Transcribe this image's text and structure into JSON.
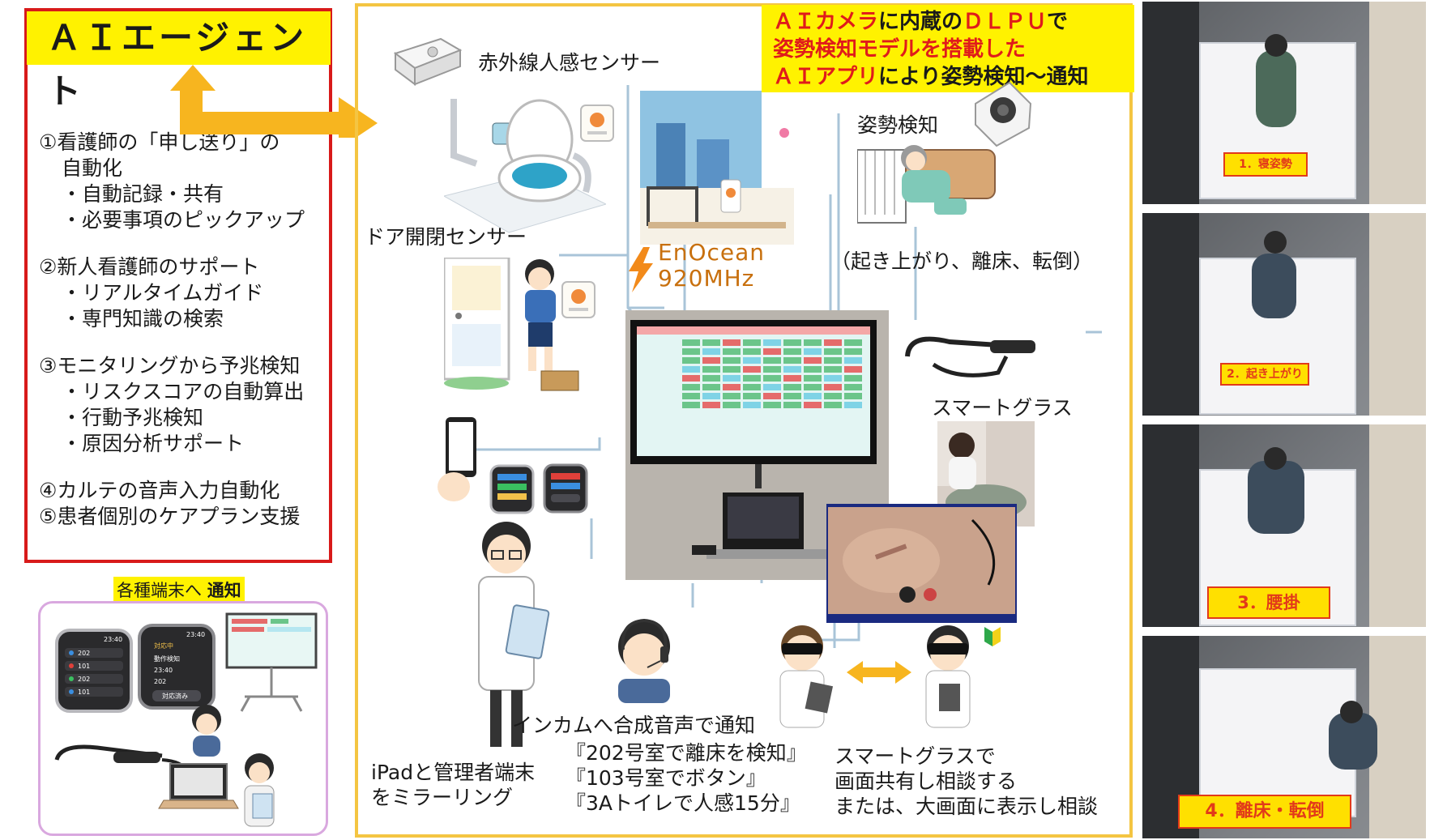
{
  "agent": {
    "title": "ＡＩエージェント",
    "items": [
      {
        "type": "main",
        "text": "①看護師の「申し送り」の"
      },
      {
        "type": "cont",
        "text": "自動化"
      },
      {
        "type": "sub",
        "text": "・自動記録・共有"
      },
      {
        "type": "sub",
        "text": "・必要事項のピックアップ"
      },
      {
        "type": "gap",
        "text": ""
      },
      {
        "type": "main",
        "text": "②新人看護師のサポート"
      },
      {
        "type": "sub",
        "text": "・リアルタイムガイド"
      },
      {
        "type": "sub",
        "text": "・専門知識の検索"
      },
      {
        "type": "gap",
        "text": ""
      },
      {
        "type": "main",
        "text": "③モニタリングから予兆検知"
      },
      {
        "type": "sub",
        "text": "・リスクスコアの自動算出"
      },
      {
        "type": "sub",
        "text": "・行動予兆検知"
      },
      {
        "type": "sub",
        "text": "・原因分析サポート"
      },
      {
        "type": "gap",
        "text": ""
      },
      {
        "type": "main",
        "text": "④カルテの音声入力自動化"
      },
      {
        "type": "main",
        "text": "⑤患者個別のケアプラン支援"
      }
    ]
  },
  "notify": {
    "label_prefix": "各種端末へ ",
    "label_bold": "通知"
  },
  "dlpu_note": {
    "line1_red": "ＡＩカメラ",
    "line1_black": "に内蔵の",
    "line1_red2": "ＤＬＰＵ",
    "line1_black2": "で",
    "line2_red": "姿勢検知モデルを搭載した",
    "line3_red": "ＡＩアプリ",
    "line3_black": "により姿勢検知～通知"
  },
  "labels": {
    "ir_sensor": "赤外線人感センサー",
    "door_sensor": "ドア開閉センサー",
    "enocean_1": "EnOcean",
    "enocean_2": "920MHz",
    "posture": "姿勢検知",
    "posture_events": "（起き上がり、離床、転倒）",
    "smart_glass": "スマートグラス",
    "intercom": "インカムへ合成音声で通知",
    "ipad_1": "iPadと管理者端末",
    "ipad_2": "をミラーリング",
    "msg_1": "『202号室で離床を検知』",
    "msg_2": "『103号室でボタン』",
    "msg_3": "『3Aトイレで人感15分』",
    "share_1": "スマートグラスで",
    "share_2": "画面共有し相談する",
    "share_3": "または、大画面に表示し相談"
  },
  "watch": {
    "w1_time": "23:40",
    "w1_rows": [
      "202",
      "101",
      "202",
      "101"
    ],
    "w2_time": "23:40",
    "w2_header": "対応中",
    "w2_rows": [
      "動作検知",
      "23:40",
      "202"
    ],
    "w2_btn": "対応済み"
  },
  "photos": [
    {
      "tag": "1．寝姿勢"
    },
    {
      "tag": "2．起き上がり"
    },
    {
      "tag": "3．腰掛"
    },
    {
      "tag": "4．離床・転倒"
    }
  ],
  "colors": {
    "red": "#e01b1b",
    "yellow": "#fff200",
    "frame": "#f4c542",
    "arrow": "#f7b51f",
    "connector": "#a9c4d8"
  }
}
